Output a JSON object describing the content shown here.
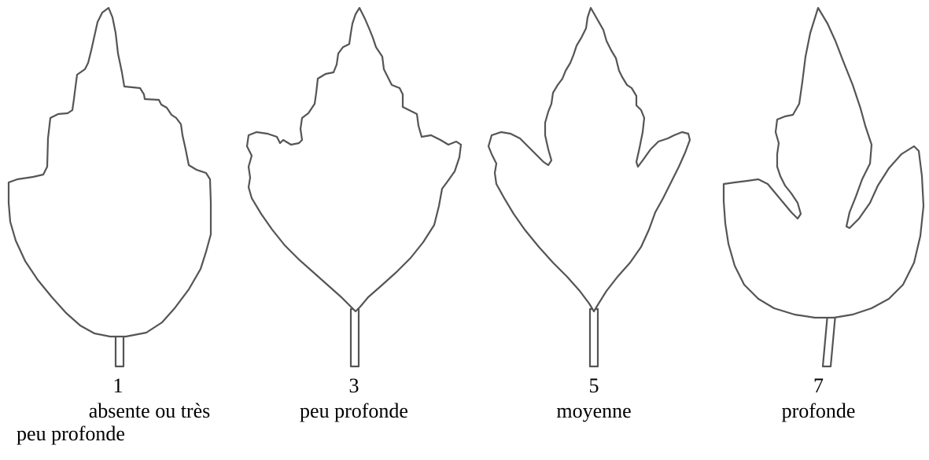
{
  "panels": [
    {
      "code": "1",
      "description_line1": "absente ou très",
      "description_line2": "peu profonde"
    },
    {
      "code": "3",
      "description": "peu profonde"
    },
    {
      "code": "5",
      "description": "moyenne"
    },
    {
      "code": "7",
      "description": "profonde"
    }
  ],
  "style": {
    "outline_color": "#555555",
    "fill_color": "#ffffff"
  }
}
